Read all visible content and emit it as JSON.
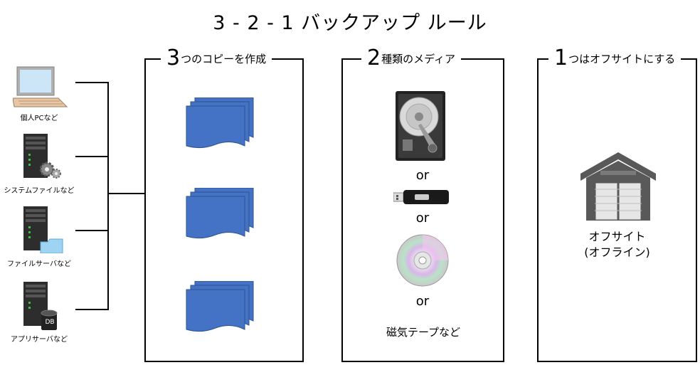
{
  "title": "3 - 2 - 1 バックアップ ルール",
  "sources": [
    {
      "label": "個人PCなど",
      "icon": "laptop-icon"
    },
    {
      "label": "システムファイルなど",
      "icon": "server-gear-icon"
    },
    {
      "label": "ファイルサーバなど",
      "icon": "server-folder-icon"
    },
    {
      "label": "アプリサーバなど",
      "icon": "server-db-icon",
      "badge": "DB"
    }
  ],
  "box1": {
    "num": "3",
    "text": "つのコピーを作成",
    "icon": "document-stack-icon"
  },
  "box2": {
    "num": "2",
    "text": "種類のメディア",
    "or1": "or",
    "or2": "or",
    "or3": "or",
    "media_label": "磁気テープなど",
    "icons": [
      "hard-disk-icon",
      "usb-drive-icon",
      "optical-disc-icon"
    ]
  },
  "box3": {
    "num": "1",
    "text": "つはオフサイトにする",
    "line1": "オフサイト",
    "line2": "(オフライン)",
    "icon": "warehouse-icon"
  },
  "colors": {
    "document": "#4472C4",
    "document_edge": "#2F528F",
    "warehouse": "#595959"
  }
}
